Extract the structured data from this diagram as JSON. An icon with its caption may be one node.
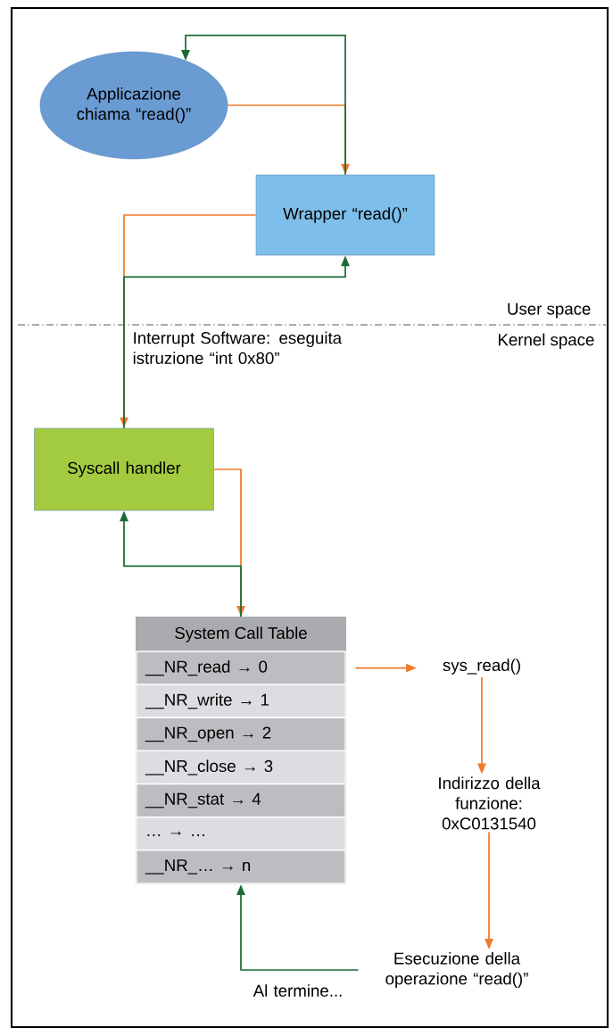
{
  "diagram": {
    "nodes": [
      {
        "text": [
          "Applicazione chiama “read()”"
        ]
      },
      {
        "text": [
          "Wrapper “read()”"
        ]
      },
      {
        "text": [
          "Syscall handler"
        ]
      },
      {
        "text": [
          "System Call Table"
        ]
      },
      {
        "text": [
          "__NR_read → 0"
        ],
        "in": 3
      },
      {
        "text": [
          "__NR_write → 1"
        ],
        "in": 3
      },
      {
        "text": [
          "__NR_open → 2"
        ],
        "in": 3
      },
      {
        "text": [
          "__NR_close → 3"
        ],
        "in": 3
      },
      {
        "text": [
          "__NR_stat → 4"
        ],
        "in": 3
      },
      {
        "text": [
          "… → …"
        ],
        "in": 3
      },
      {
        "text": [
          "__NR_… → n"
        ],
        "in": 3
      },
      {
        "text": [
          "sys_read()"
        ]
      },
      {
        "text": [
          "Indirizzo della funzione: 0xC0131540"
        ]
      },
      {
        "text": [
          "Esecuzione della operazione “read()”"
        ]
      }
    ],
    "edges": [
      {
        "from": 0,
        "to": 1,
        "arrow": "to"
      },
      {
        "from": 1,
        "to": 0,
        "arrow": "to",
        "color": "#1b6b35"
      },
      {
        "from": 1,
        "to": 2,
        "arrow": "to",
        "label": "Interrupt Software: eseguita istruzione “int 0x80”"
      },
      {
        "from": 2,
        "to": 1,
        "arrow": "to",
        "color": "#1b6b35"
      },
      {
        "from": 2,
        "to": 3,
        "arrow": "to"
      },
      {
        "from": 3,
        "to": 2,
        "arrow": "to",
        "color": "#1b6b35"
      },
      {
        "from": 4,
        "to": 11,
        "arrow": "to"
      },
      {
        "from": 11,
        "to": 12,
        "arrow": "to"
      },
      {
        "from": 12,
        "to": 13,
        "arrow": "to"
      },
      {
        "from": 13,
        "to": 3,
        "arrow": "to",
        "label": "Al termine...",
        "color": "#1b6b35"
      }
    ],
    "labels": [
      "User space",
      "Kernel space"
    ]
  }
}
